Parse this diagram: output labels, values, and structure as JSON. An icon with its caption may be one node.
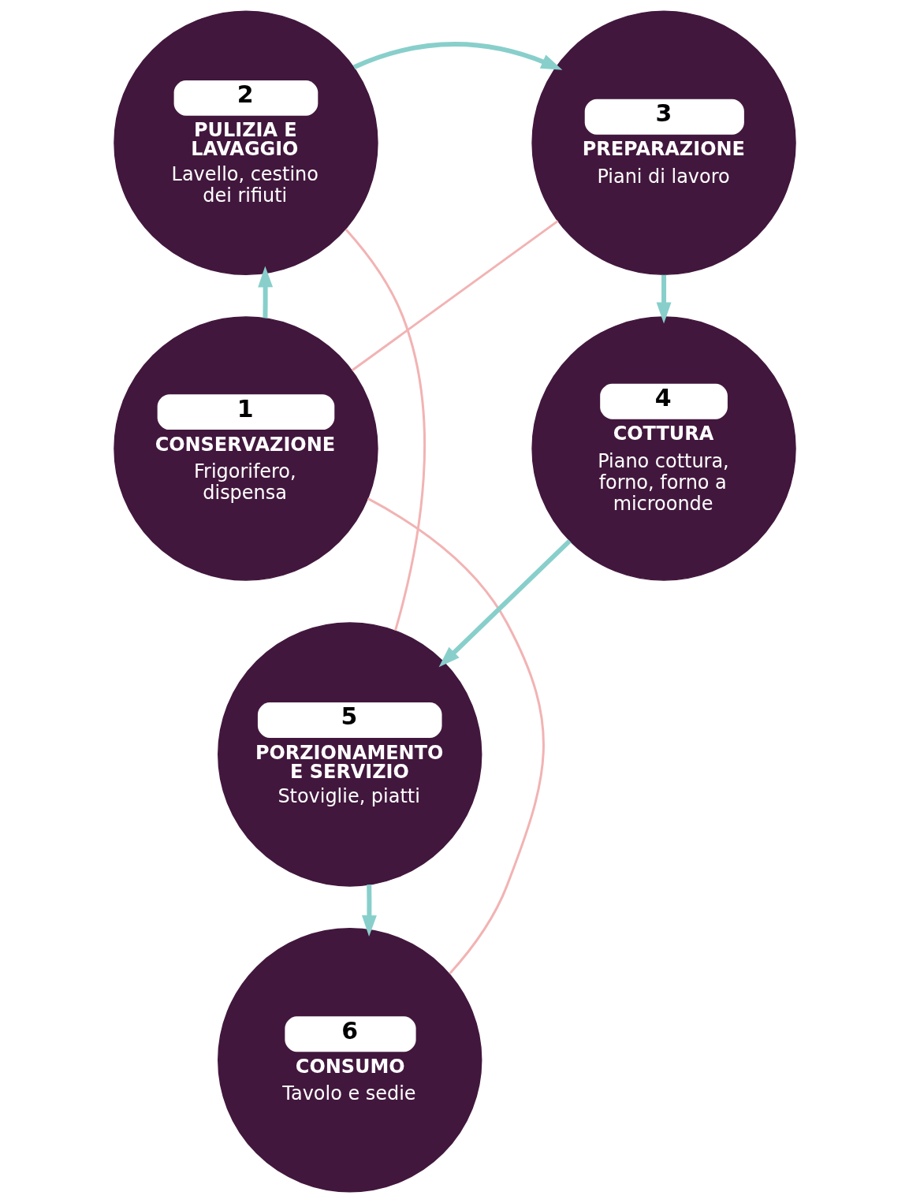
{
  "diagram": {
    "nodes": [
      {
        "text": [
          "1",
          "CONSERVAZIONE",
          "Frigorifero, dispensa"
        ]
      },
      {
        "text": [
          "2",
          "PULIZIA E LAVAGGIO",
          "Lavello, cestino dei rifiuti"
        ]
      },
      {
        "text": [
          "3",
          "PREPARAZIONE",
          "Piani di lavoro"
        ]
      },
      {
        "text": [
          "4",
          "COTTURA",
          "Piano cottura, forno, forno a microonde"
        ]
      },
      {
        "text": [
          "5",
          "PORZIONAMENTO E SERVIZIO",
          "Stoviglie, piatti"
        ]
      },
      {
        "text": [
          "6",
          "CONSUMO",
          "Tavolo e sedie"
        ]
      }
    ],
    "edges": [
      {
        "from": 0,
        "to": 1,
        "arrow": "to"
      },
      {
        "from": 1,
        "to": 2,
        "arrow": "to"
      },
      {
        "from": 2,
        "to": 3,
        "arrow": "to"
      },
      {
        "from": 3,
        "to": 4,
        "arrow": "to"
      },
      {
        "from": 4,
        "to": 5,
        "arrow": "to"
      },
      {
        "from": 2,
        "to": 0,
        "arrow": "none",
        "color": "#f2b3b3"
      },
      {
        "from": 1,
        "to": 4,
        "arrow": "none",
        "color": "#f2b3b3"
      },
      {
        "from": 0,
        "to": 5,
        "arrow": "none",
        "color": "#f2b3b3"
      }
    ]
  }
}
